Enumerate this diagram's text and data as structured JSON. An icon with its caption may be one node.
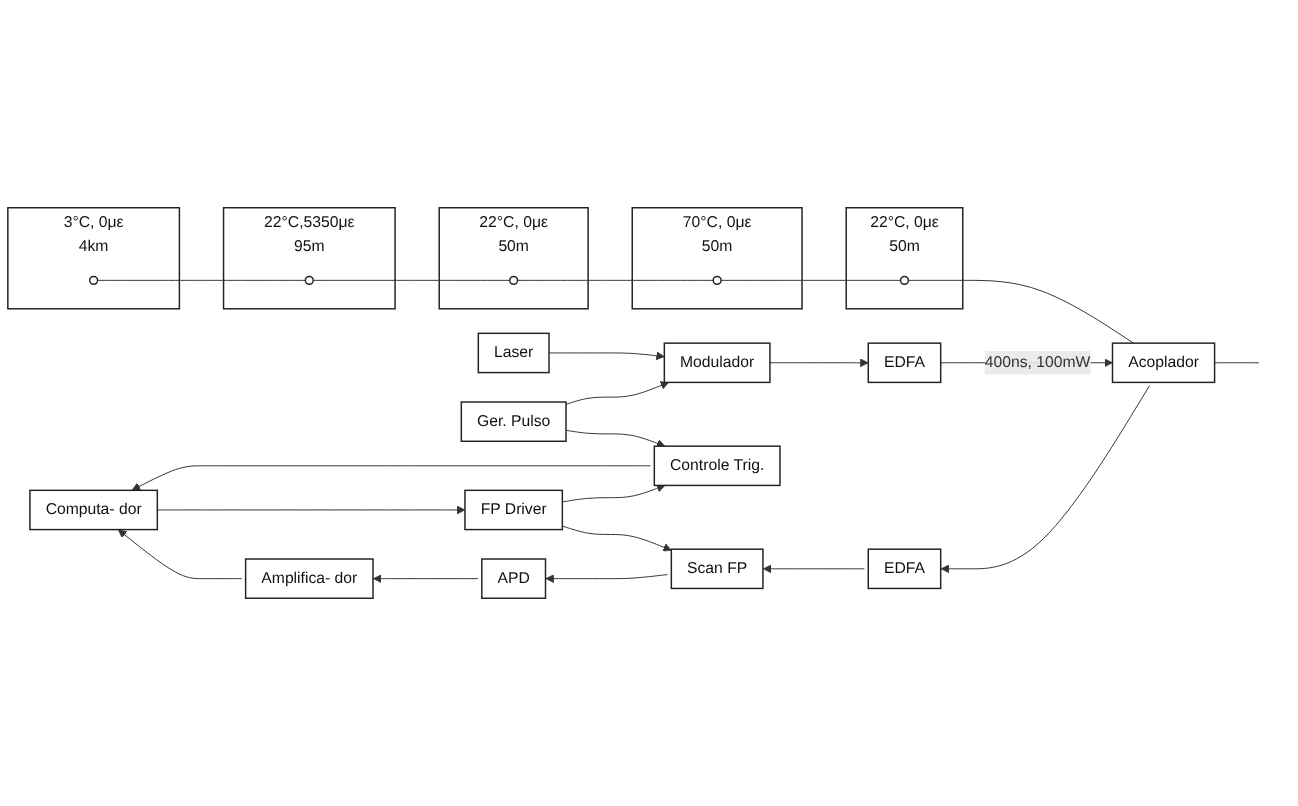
{
  "diagram": {
    "nodes": [
      {
        "text": [
          "3°C, 0με",
          "4km"
        ]
      },
      {
        "text": [],
        "shape": "circle",
        "in": 0
      },
      {
        "text": [
          "22°C,5350με",
          "95m"
        ]
      },
      {
        "text": [],
        "shape": "circle",
        "in": 2
      },
      {
        "text": [
          "22°C, 0με",
          "50m"
        ]
      },
      {
        "text": [],
        "shape": "circle",
        "in": 4
      },
      {
        "text": [
          "70°C, 0με",
          "50m"
        ]
      },
      {
        "text": [],
        "shape": "circle",
        "in": 6
      },
      {
        "text": [
          "22°C, 0με",
          "50m"
        ]
      },
      {
        "text": [],
        "shape": "circle",
        "in": 8
      },
      {
        "text": [
          "Laser"
        ]
      },
      {
        "text": [
          "Modulador"
        ]
      },
      {
        "text": [
          "EDFA"
        ]
      },
      {
        "text": [
          "Ger. Pulso"
        ]
      },
      {
        "text": [
          "Computa- dor"
        ]
      },
      {
        "text": [
          "Controle Trig."
        ]
      },
      {
        "text": [
          "Acoplador"
        ]
      },
      {
        "text": [
          "Amplifica- dor"
        ]
      },
      {
        "text": [
          "FP Driver"
        ]
      },
      {
        "text": [
          "APD"
        ]
      },
      {
        "text": [
          "Scan FP"
        ]
      },
      {
        "text": [
          "EDFA"
        ]
      }
    ],
    "edges": [
      {
        "from": 10,
        "to": 11,
        "arrow": "to"
      },
      {
        "from": 11,
        "to": 12,
        "arrow": "to"
      },
      {
        "from": 13,
        "to": 11,
        "arrow": "to"
      },
      {
        "from": 13,
        "to": 15,
        "arrow": "to"
      },
      {
        "from": 15,
        "to": 14,
        "arrow": "to"
      },
      {
        "from": 14,
        "to": 18,
        "arrow": "to"
      },
      {
        "from": 18,
        "to": 15,
        "arrow": "to"
      },
      {
        "from": 18,
        "to": 20,
        "arrow": "to"
      },
      {
        "from": 17,
        "to": 14,
        "arrow": "to"
      },
      {
        "from": 19,
        "to": 17,
        "arrow": "to"
      },
      {
        "from": 20,
        "to": 19,
        "arrow": "to"
      },
      {
        "from": 21,
        "to": 20,
        "arrow": "to"
      },
      {
        "from": 12,
        "to": 16,
        "arrow": "to",
        "label": "400ns, 100mW"
      },
      {
        "from": 16,
        "to": 21,
        "arrow": "to"
      },
      {
        "from": 1,
        "to": 3,
        "arrow": "none"
      },
      {
        "from": 3,
        "to": 5,
        "arrow": "none"
      },
      {
        "from": 5,
        "to": 7,
        "arrow": "none"
      },
      {
        "from": 7,
        "to": 9,
        "arrow": "none"
      },
      {
        "from": 9,
        "to": 16,
        "arrow": "none"
      },
      {
        "from": 16,
        "to": null,
        "arrow": "none"
      }
    ]
  }
}
